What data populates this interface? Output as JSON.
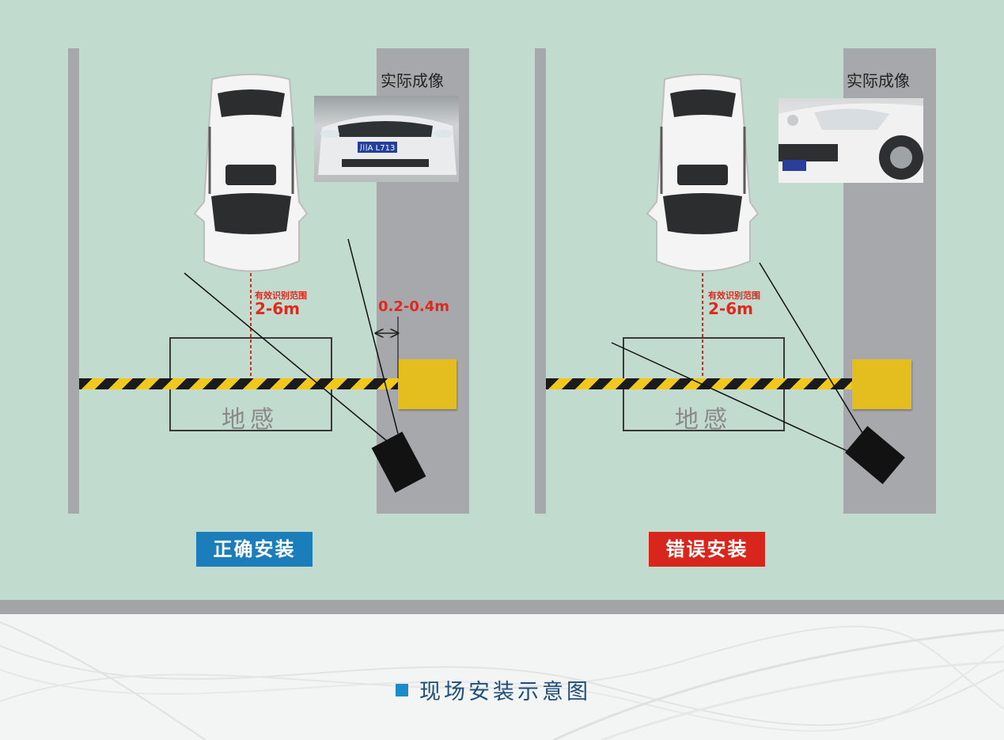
{
  "panels": [
    {
      "image_label": "实际成像",
      "range_label": "有效识别范围",
      "range_value": "2-6m",
      "gap_value": "0.2-0.4m",
      "loop_label": "地感",
      "plate_text": "川A L713",
      "status_label": "正确安装",
      "status_color": "#1b7db9"
    },
    {
      "image_label": "实际成像",
      "range_label": "有效识别范围",
      "range_value": "2-6m",
      "loop_label": "地感",
      "status_label": "错误安装",
      "status_color": "#d9261c"
    }
  ],
  "footer": {
    "title": "现场安装示意图"
  },
  "colors": {
    "background": "#c2dbcf",
    "wall": "#a7a8ab",
    "post": "#e4bd1e",
    "accent_red": "#e2281c"
  },
  "icons": [
    "car-top-view",
    "camera",
    "barrier-gate",
    "bullet-square"
  ]
}
